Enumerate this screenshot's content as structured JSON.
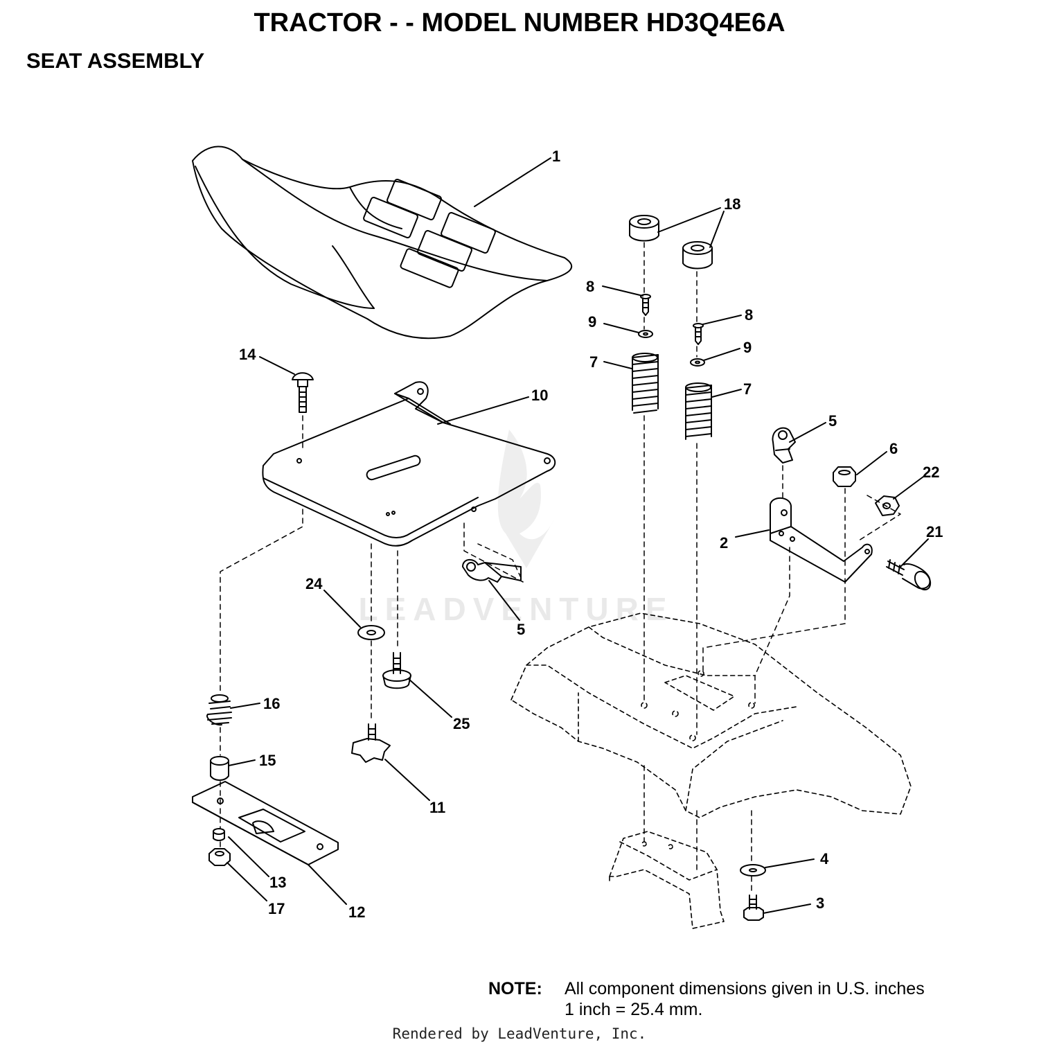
{
  "header": {
    "title": "TRACTOR - - MODEL NUMBER HD3Q4E6A",
    "subtitle": "SEAT ASSEMBLY"
  },
  "callouts": [
    "1",
    "18",
    "8",
    "9",
    "8",
    "9",
    "7",
    "7",
    "14",
    "10",
    "5",
    "6",
    "22",
    "2",
    "21",
    "24",
    "5",
    "16",
    "25",
    "15",
    "11",
    "4",
    "3",
    "13",
    "17",
    "12"
  ],
  "watermark": "LEADVENTURE",
  "note": {
    "label": "NOTE:",
    "line1": "All component dimensions given in U.S. inches",
    "line2": "1 inch = 25.4 mm."
  },
  "footer": "Rendered by LeadVenture, Inc.",
  "colors": {
    "ink": "#000000",
    "watermark": "#cfcfcf"
  }
}
